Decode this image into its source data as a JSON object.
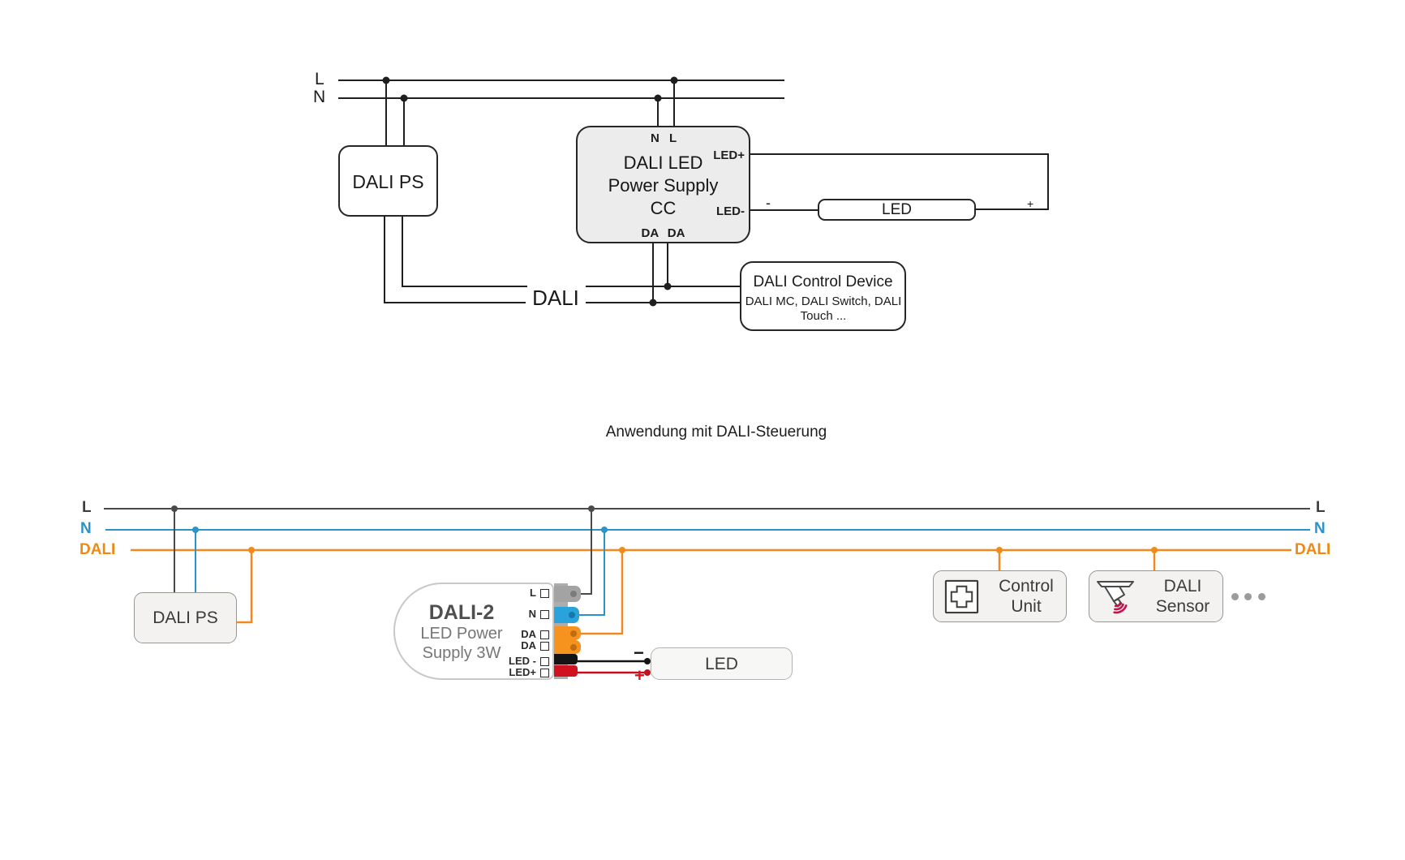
{
  "top": {
    "rail_l": "L",
    "rail_n": "N",
    "dali_ps_label": "DALI PS",
    "psu": {
      "terminal_n": "N",
      "terminal_l": "L",
      "name_line1": "DALI LED",
      "name_line2": "Power Supply",
      "name_line3": "CC",
      "terminal_led_plus": "LED+",
      "terminal_led_minus": "LED-",
      "terminal_da_pair": "DA DA"
    },
    "led_label": "LED",
    "minus_sign": "-",
    "plus_sign": "+",
    "bus_label": "DALI",
    "control_device": {
      "title": "DALI Control Device",
      "subtitle": "DALI MC, DALI Switch, DALI Touch ..."
    }
  },
  "section_title": "Anwendung mit DALI-Steuerung",
  "bottom": {
    "bus_left": {
      "l": "L",
      "n": "N",
      "dali": "DALI"
    },
    "bus_right": {
      "l": "L",
      "n": "N",
      "dali": "DALI"
    },
    "colors": {
      "l_line": "#4a4a4a",
      "n_line": "#2b93c8",
      "dali_line": "#f1891d",
      "led_minus_wire": "#141414",
      "led_plus_wire": "#c40f1c",
      "sensor_arcs": "#c8104b",
      "clamp_n": "#2aa3dc",
      "clamp_da": "#f6931f"
    },
    "dali_ps_label": "DALI PS",
    "device": {
      "name": "DALI-2",
      "subtitle_line1": "LED Power",
      "subtitle_line2": "Supply 3W",
      "terminals": [
        {
          "label": "L"
        },
        {
          "label": "N"
        },
        {
          "label": "DA"
        },
        {
          "label": "DA"
        },
        {
          "label": "LED -"
        },
        {
          "label": "LED+"
        }
      ]
    },
    "polarity_minus": "−",
    "polarity_plus": "+",
    "led_label": "LED",
    "control_unit": {
      "icon": "cross-square-icon",
      "line1": "Control",
      "line2": "Unit"
    },
    "dali_sensor": {
      "icon": "ceiling-sensor-icon",
      "line1": "DALI",
      "line2": "Sensor"
    },
    "more_indicator_icon": "ellipsis-icon"
  }
}
